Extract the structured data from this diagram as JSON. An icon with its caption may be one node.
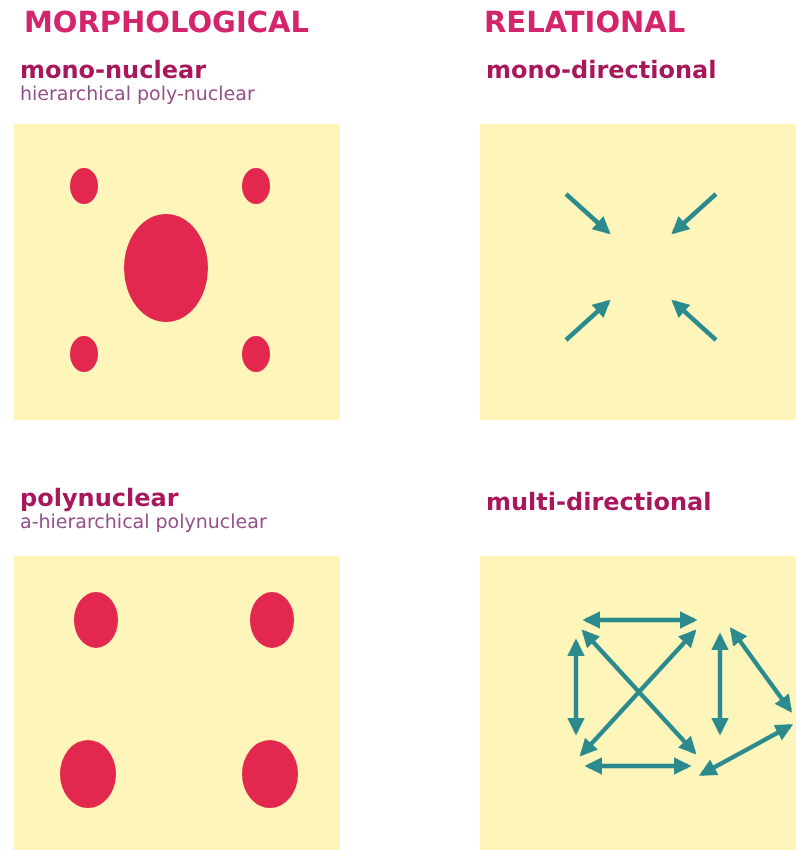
{
  "diagram": {
    "nodes": [
      {
        "text": [
          "mono-nuclear",
          "hierarchical poly-nuclear"
        ]
      },
      {
        "text": [],
        "shape": "circle",
        "in": 0
      },
      {
        "text": [],
        "shape": "circle",
        "in": 0
      },
      {
        "text": [],
        "shape": "circle",
        "in": 0
      },
      {
        "text": [],
        "shape": "circle",
        "in": 0
      },
      {
        "text": [],
        "shape": "circle",
        "in": 0
      },
      {
        "text": [
          "mono-directional"
        ]
      },
      {
        "text": [
          "polynuclear",
          "a-hierarchical polynuclear"
        ]
      },
      {
        "text": [],
        "shape": "circle",
        "in": 7
      },
      {
        "text": [],
        "shape": "circle",
        "in": 7
      },
      {
        "text": [],
        "shape": "circle",
        "in": 7
      },
      {
        "text": [],
        "shape": "circle",
        "in": 7
      },
      {
        "text": [
          "multi-directional"
        ]
      }
    ],
    "edges": [],
    "labels": [
      "MORPHOLOGICAL",
      "RELATIONAL"
    ]
  }
}
